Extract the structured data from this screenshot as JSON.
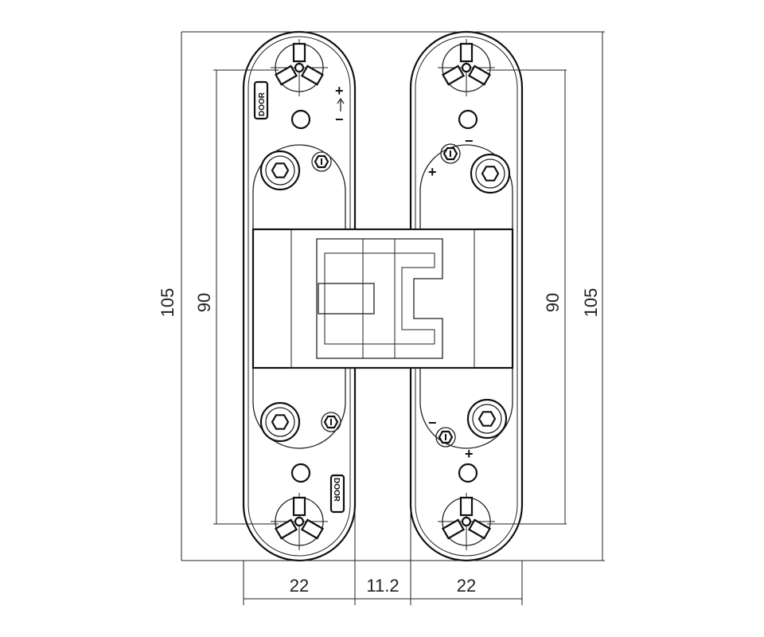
{
  "dimensions": {
    "left_overall_height": "105",
    "left_screw_spacing": "90",
    "right_screw_spacing": "90",
    "right_overall_height": "105",
    "left_leaf_width": "22",
    "gap_width": "11.2",
    "right_leaf_width": "22"
  },
  "labels": {
    "door_top": "DOOR",
    "door_bottom": "DOOR",
    "plus": "+",
    "minus": "−"
  },
  "colors": {
    "line": "#222222",
    "background": "#ffffff"
  }
}
